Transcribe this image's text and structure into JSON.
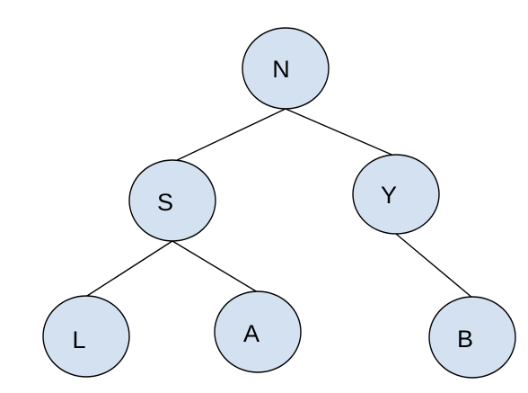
{
  "tree": {
    "nodes": [
      {
        "id": "N",
        "label": "N",
        "parent": null
      },
      {
        "id": "S",
        "label": "S",
        "parent": "N"
      },
      {
        "id": "Y",
        "label": "Y",
        "parent": "N"
      },
      {
        "id": "L",
        "label": "L",
        "parent": "S"
      },
      {
        "id": "A",
        "label": "A",
        "parent": "S"
      },
      {
        "id": "B",
        "label": "B",
        "parent": "Y"
      }
    ]
  },
  "colors": {
    "node_fill": "#d3e1f1",
    "outline": "#000000",
    "background": "#ffffff"
  }
}
